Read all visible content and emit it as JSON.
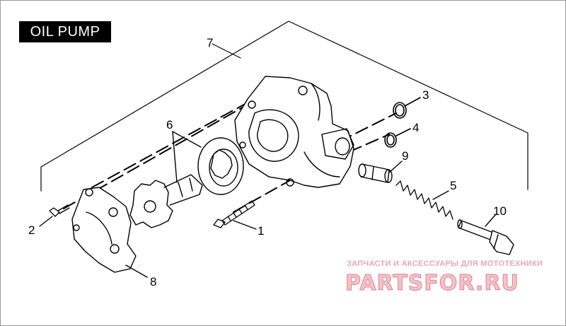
{
  "title": "OIL PUMP",
  "callouts": [
    {
      "id": "1",
      "label": "1"
    },
    {
      "id": "2",
      "label": "2"
    },
    {
      "id": "3",
      "label": "3"
    },
    {
      "id": "4",
      "label": "4"
    },
    {
      "id": "5",
      "label": "5"
    },
    {
      "id": "6",
      "label": "6"
    },
    {
      "id": "7",
      "label": "7"
    },
    {
      "id": "8",
      "label": "8"
    },
    {
      "id": "9",
      "label": "9"
    },
    {
      "id": "10",
      "label": "10"
    }
  ],
  "watermark": {
    "caption": "ЗАПЧАСТИ И АКСЕССУАРЫ ДЛЯ МОТОТЕХНИКИ",
    "logo": "PARTSFOR.RU"
  },
  "colors": {
    "line": "#000000",
    "title_bg": "#000000",
    "title_fg": "#ffffff",
    "watermark": "#e07f8c"
  }
}
